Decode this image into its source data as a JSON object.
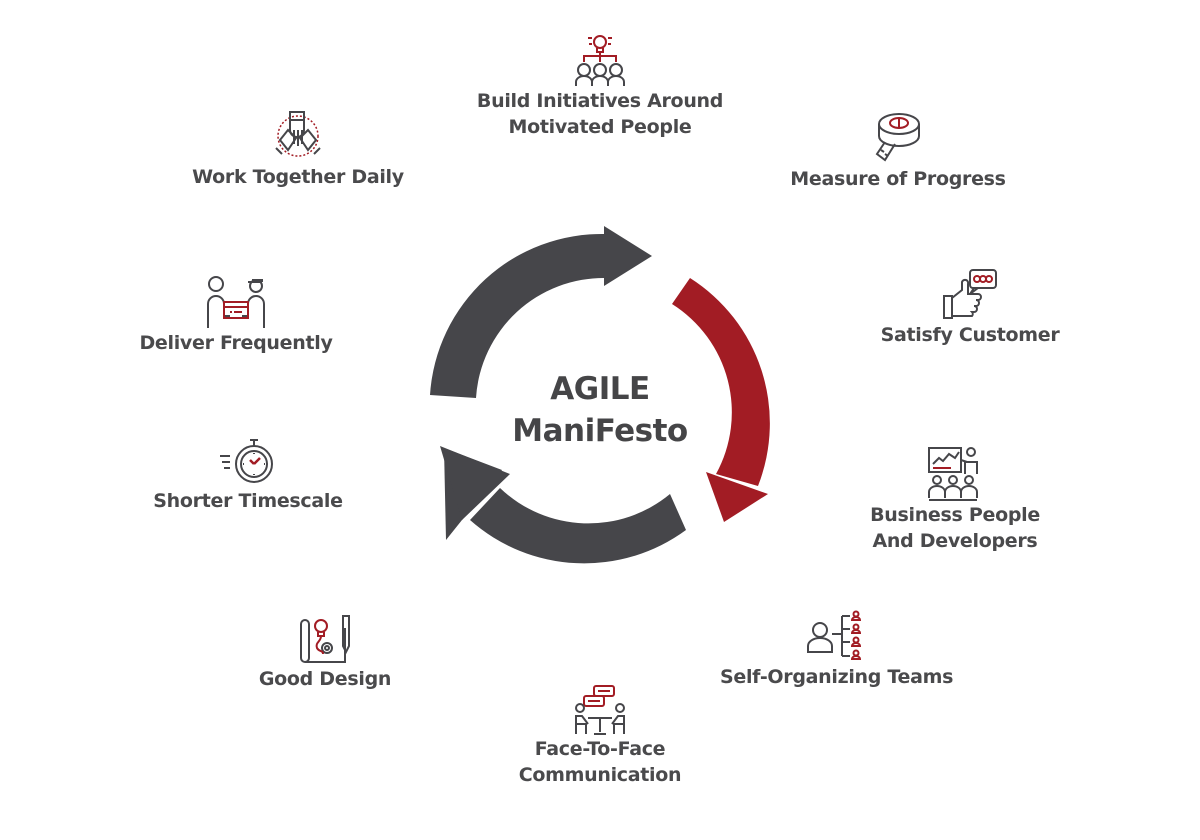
{
  "center": {
    "line1": "AGILE",
    "line2": "ManiFesto"
  },
  "colors": {
    "dark": "#46464a",
    "accent": "#a21c24",
    "text": "#4a4a4c"
  },
  "principles": [
    {
      "id": "build-initiatives",
      "line1": "Build Initiatives Around",
      "line2": "Motivated People",
      "icon": "lightbulb-team-icon"
    },
    {
      "id": "measure-progress",
      "line1": "Measure of Progress",
      "icon": "measuring-tape-icon"
    },
    {
      "id": "satisfy-customer",
      "line1": "Satisfy Customer",
      "icon": "thumbs-up-rating-icon"
    },
    {
      "id": "business-developers",
      "line1": "Business People",
      "line2": "And Developers",
      "icon": "presentation-audience-icon"
    },
    {
      "id": "self-organizing",
      "line1": "Self-Organizing Teams",
      "icon": "team-hierarchy-icon"
    },
    {
      "id": "face-to-face",
      "line1": "Face-To-Face",
      "line2": "Communication",
      "icon": "meeting-chat-icon"
    },
    {
      "id": "good-design",
      "line1": "Good Design",
      "icon": "design-blueprint-icon"
    },
    {
      "id": "shorter-timescale",
      "line1": "Shorter Timescale",
      "icon": "stopwatch-icon"
    },
    {
      "id": "deliver-frequently",
      "line1": "Deliver Frequently",
      "icon": "package-delivery-icon"
    },
    {
      "id": "work-together",
      "line1": "Work Together Daily",
      "icon": "stacked-hands-icon"
    }
  ]
}
